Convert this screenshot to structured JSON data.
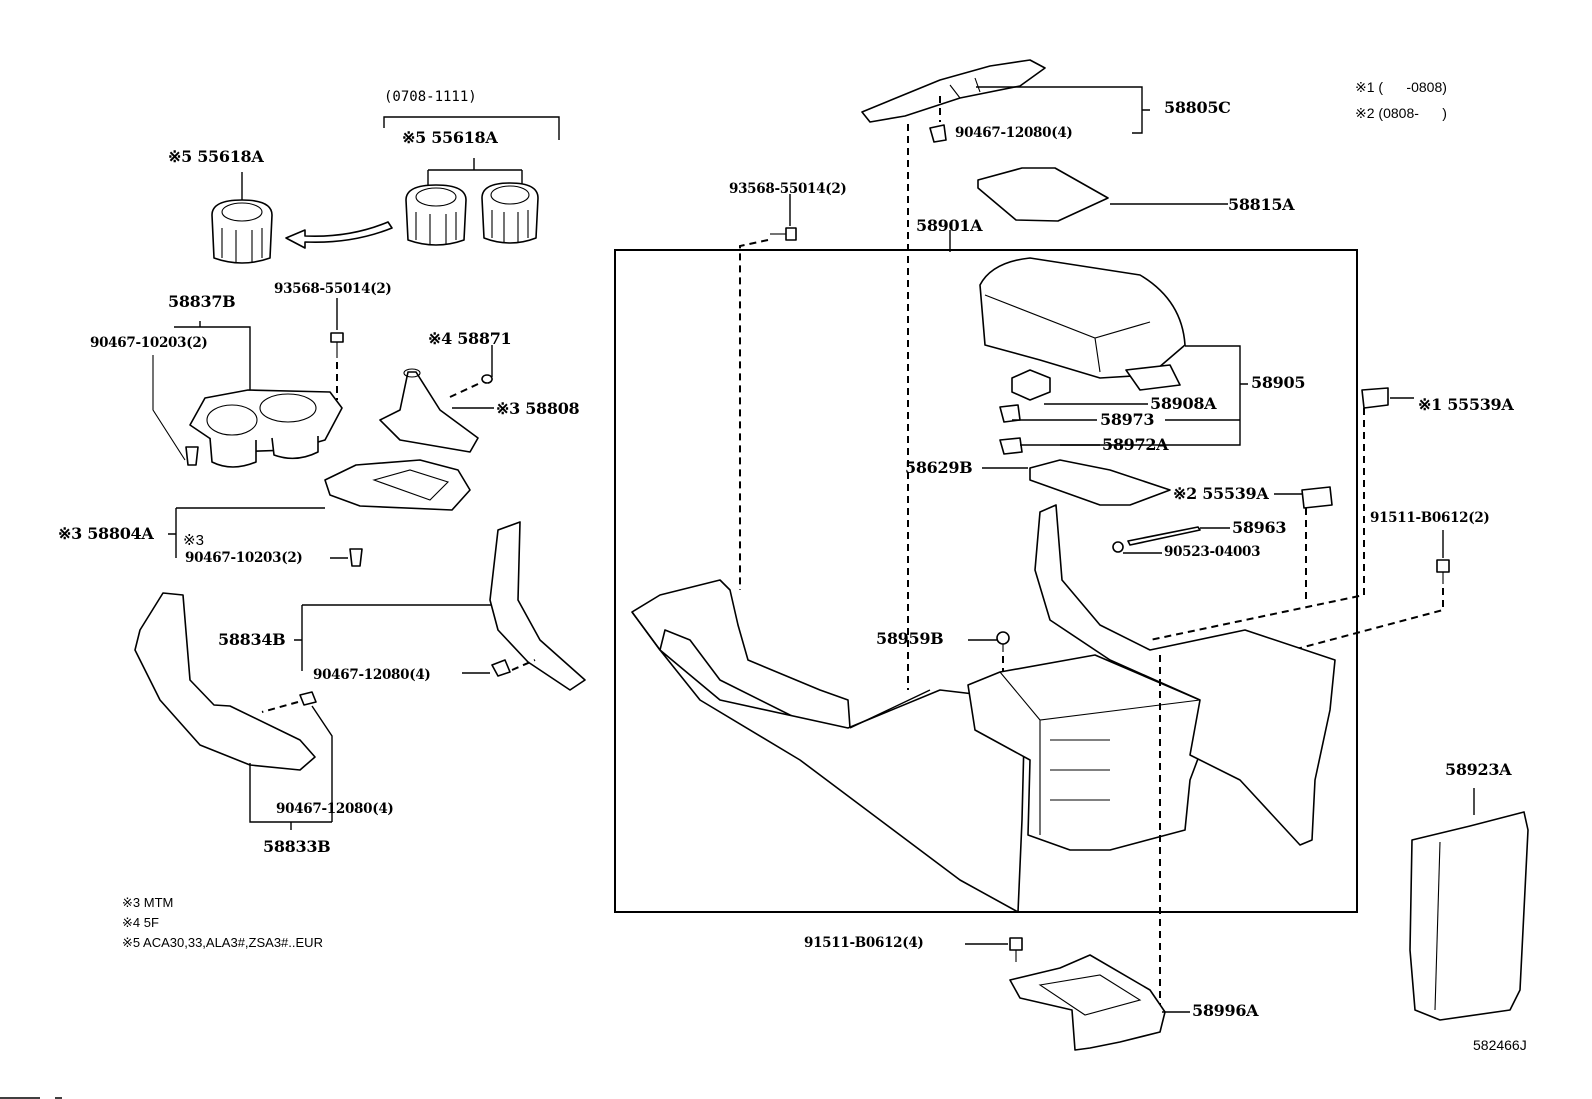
{
  "diagram": {
    "drawing_number": "582466J",
    "date_range_bracket": "(0708-1111)",
    "footnotes_top_right": [
      {
        "mark": "※1",
        "text": "(      -0808)"
      },
      {
        "mark": "※2",
        "text": "(0808-      )"
      }
    ],
    "footnotes_bottom_left": [
      {
        "mark": "※3",
        "text": "MTM"
      },
      {
        "mark": "※4",
        "text": "5F"
      },
      {
        "mark": "※5",
        "text": "ACA30,33,ALA3#,ZSA3#..EUR"
      }
    ],
    "labels": {
      "p55618a_left": "※5 55618A",
      "p55618a_right": "※5 55618A",
      "p58837b": "58837B",
      "p90467_10203_a": "90467-10203(2)",
      "p93568_55014_left": "93568-55014(2)",
      "p58871": "※4 58871",
      "p58808": "※3 58808",
      "p58804a": "※3 58804A",
      "p58804a_sub_mark": "※3",
      "p90467_10203_b": "90467-10203(2)",
      "p58834b": "58834B",
      "p90467_12080_mid": "90467-12080(4)",
      "p90467_12080_low": "90467-12080(4)",
      "p58833b": "58833B",
      "p58805c": "58805C",
      "p90467_12080_top": "90467-12080(4)",
      "p93568_55014_center": "93568-55014(2)",
      "p58815a": "58815A",
      "p58901a": "58901A",
      "p58905": "58905",
      "p58908a": "58908A",
      "p58973": "58973",
      "p58972a": "58972A",
      "p58629b": "58629B",
      "p55539a_2": "※2 55539A",
      "p55539a_1": "※1 55539A",
      "p58963": "58963",
      "p90523_04003": "90523-04003",
      "p91511_b0612_2": "91511-B0612(2)",
      "p58959b": "58959B",
      "p58923a": "58923A",
      "p91511_b0612_4": "91511-B0612(4)",
      "p58996a": "58996A"
    }
  }
}
